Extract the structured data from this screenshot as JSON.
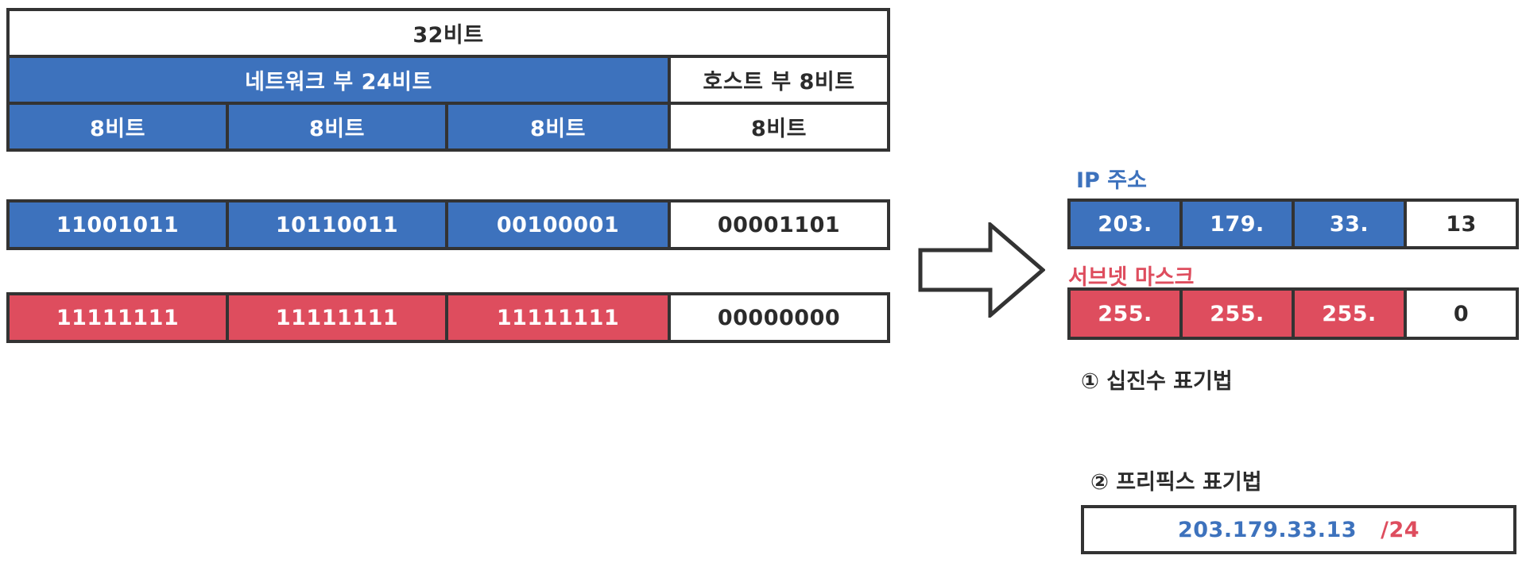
{
  "header": {
    "total_bits": "32비트",
    "network_part": "네트워크 부 24비트",
    "host_part": "호스트 부 8비트",
    "octet_bits": [
      "8비트",
      "8비트",
      "8비트",
      "8비트"
    ]
  },
  "binary": {
    "ip_octets": [
      "11001011",
      "10110011",
      "00100001",
      "00001101"
    ],
    "mask_octets": [
      "11111111",
      "11111111",
      "11111111",
      "00000000"
    ]
  },
  "decimal": {
    "ip_label": "IP 주소",
    "ip_octets": [
      "203.",
      "179.",
      "33.",
      "13"
    ],
    "mask_label": "서브넷 마스크",
    "mask_octets": [
      "255.",
      "255.",
      "255.",
      "0"
    ],
    "method1": "① 십진수 표기법"
  },
  "prefix": {
    "method2": "② 프리픽스 표기법",
    "ip": "203.179.33.13",
    "length": "/24"
  },
  "colors": {
    "network_blue": "#3d72bd",
    "mask_red": "#de4d5e",
    "border": "#333333"
  },
  "icons": {
    "arrow": "right-arrow-icon"
  }
}
